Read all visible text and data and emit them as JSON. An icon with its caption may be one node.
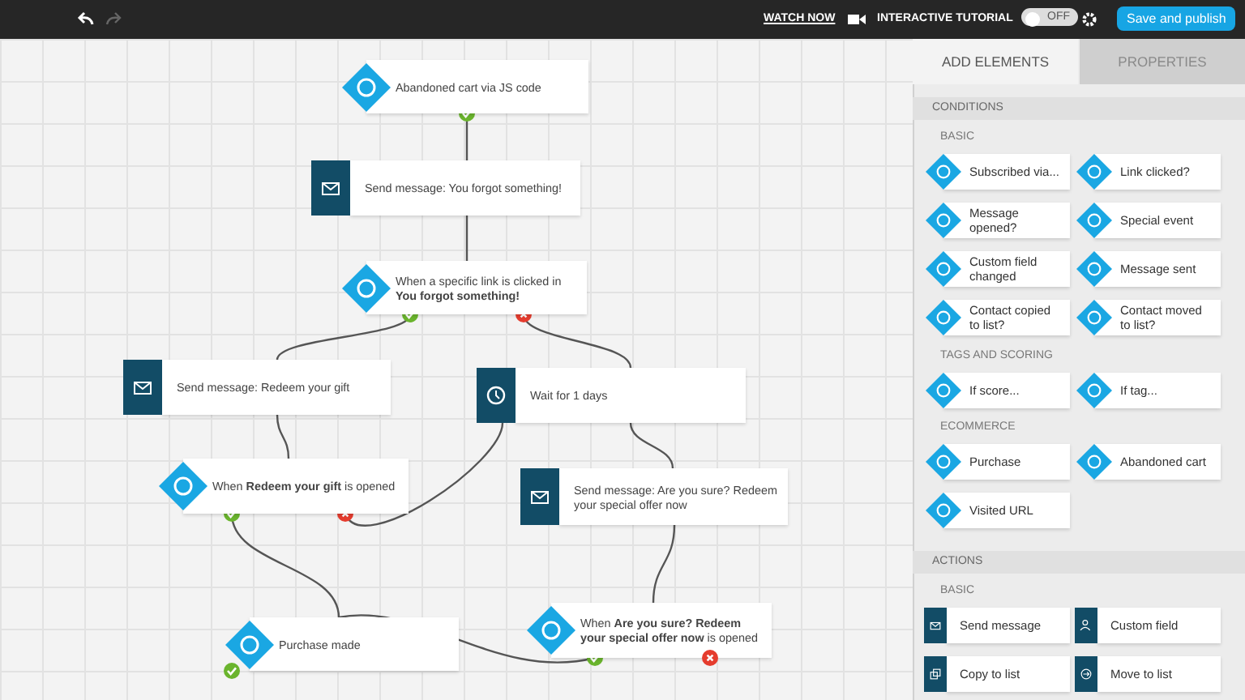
{
  "diagram": {
    "nodes": [
      {
        "text": [
          "Abandoned cart via JS code"
        ]
      },
      {
        "text": [
          "Send message: You forgot something!"
        ]
      },
      {
        "text": [
          "When a specific link is clicked in **You forgot something!**"
        ]
      },
      {
        "text": [
          "Send message: Redeem your gift"
        ]
      },
      {
        "text": [
          "Wait for 1 days"
        ]
      },
      {
        "text": [
          "When **Redeem your gift** is opened"
        ]
      },
      {
        "text": [
          "Send message: Are you sure? Redeem your special offer now"
        ]
      },
      {
        "text": [
          "When **Are you sure? Redeem your special offer now** is opened"
        ]
      },
      {
        "text": [
          "Purchase made"
        ]
      },
      {
        "text": [
          "Subscribed via..."
        ]
      },
      {
        "text": [
          "Link clicked?"
        ]
      },
      {
        "text": [
          "Message opened?"
        ]
      },
      {
        "text": [
          "Special event"
        ]
      },
      {
        "text": [
          "Custom field changed"
        ]
      },
      {
        "text": [
          "Message sent"
        ]
      },
      {
        "text": [
          "Contact copied to list?"
        ]
      },
      {
        "text": [
          "Contact moved to list?"
        ]
      },
      {
        "text": [
          "If score..."
        ]
      },
      {
        "text": [
          "If tag..."
        ]
      },
      {
        "text": [
          "Purchase"
        ]
      },
      {
        "text": [
          "Abandoned cart"
        ]
      },
      {
        "text": [
          "Visited URL"
        ]
      },
      {
        "text": [
          "Send message"
        ]
      },
      {
        "text": [
          "Custom field"
        ]
      },
      {
        "text": [
          "Copy to list"
        ]
      },
      {
        "text": [
          "Move to list"
        ]
      }
    ],
    "edges": [
      {
        "from": 0,
        "to": 1,
        "arrow": "other"
      },
      {
        "from": 1,
        "to": 2,
        "arrow": "none"
      },
      {
        "from": 2,
        "to": 3,
        "arrow": "other"
      },
      {
        "from": 2,
        "to": 4,
        "arrow": "other"
      },
      {
        "from": 3,
        "to": 5,
        "arrow": "none"
      },
      {
        "from": 5,
        "to": 8,
        "arrow": "other"
      },
      {
        "from": 5,
        "to": 4,
        "arrow": "other"
      },
      {
        "from": 4,
        "to": 6,
        "arrow": "none"
      },
      {
        "from": 6,
        "to": 7,
        "arrow": "none"
      },
      {
        "from": 7,
        "to": 8,
        "arrow": "other"
      }
    ],
    "labels": [
      "WATCH NOW",
      "INTERACTIVE TUTORIAL",
      "OFF",
      "Save and publish",
      "ADD ELEMENTS",
      "PROPERTIES",
      "CONDITIONS",
      "BASIC",
      "TAGS AND SCORING",
      "ECOMMERCE",
      "ACTIONS",
      "BASIC"
    ]
  }
}
